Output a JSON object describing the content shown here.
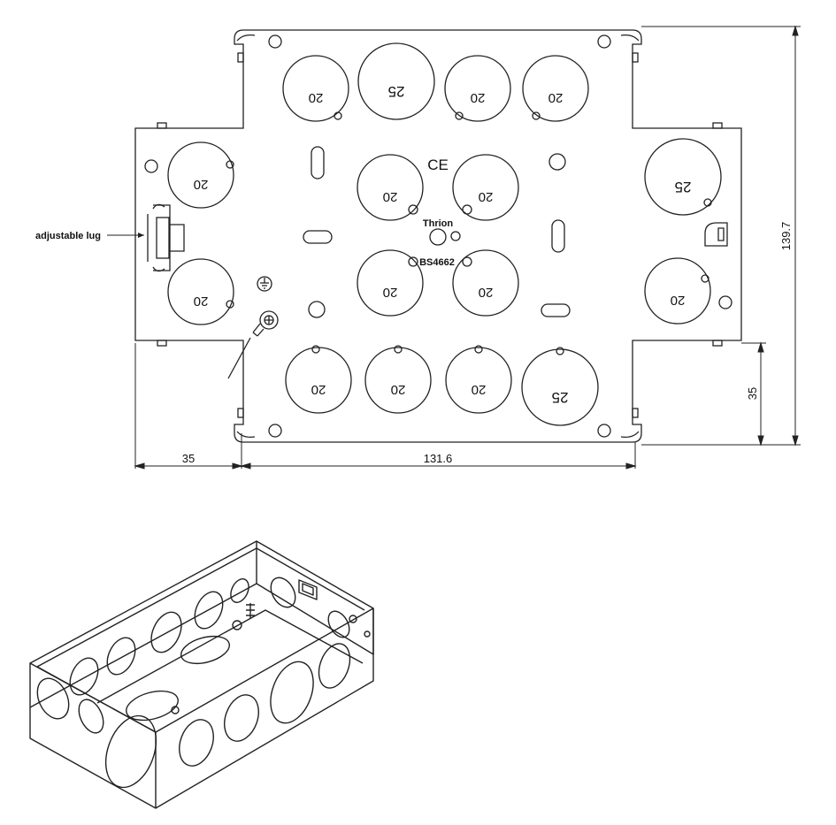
{
  "annotation": {
    "lug_label": "adjustable lug"
  },
  "markings": {
    "ce": "CE",
    "brand": "Thrion",
    "standard": "BS4662"
  },
  "dimensions": {
    "height": "139.7",
    "side_height": "35",
    "left_width": "35",
    "center_width": "131.6"
  },
  "knockouts": {
    "small": "20",
    "large": "25"
  }
}
